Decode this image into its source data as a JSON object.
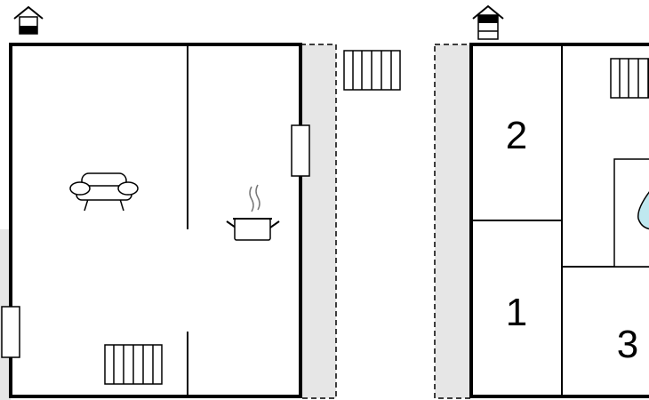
{
  "plan": {
    "floors": [
      {
        "id": "floor-ground",
        "icons": [
          "house-ground-floor-icon",
          "sofa-icon",
          "cooking-pot-icon",
          "stairs-icon"
        ],
        "rooms": []
      },
      {
        "id": "floor-upper",
        "icons": [
          "house-upper-floor-icon",
          "stairs-icon",
          "bathtub-icon"
        ],
        "rooms": [
          {
            "number": "2"
          },
          {
            "number": "1"
          },
          {
            "number": "3"
          }
        ]
      }
    ],
    "colors": {
      "wall": "#000000",
      "terrace": "#e6e6e6",
      "water": "#bfe8f0"
    }
  }
}
